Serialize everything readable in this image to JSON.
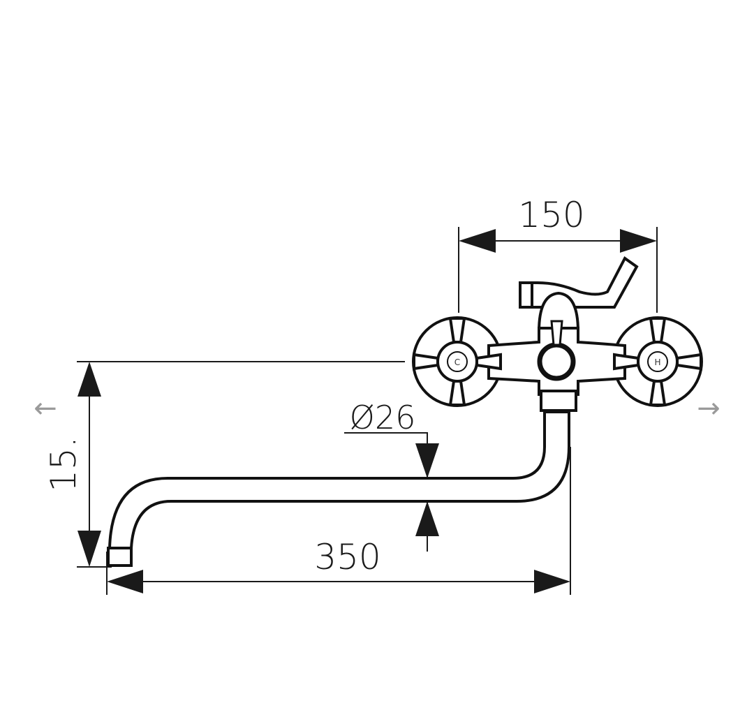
{
  "drawing": {
    "dimension_width_handles": "150",
    "dimension_diameter": "Ø26",
    "dimension_height": "15.",
    "dimension_spout_length": "350",
    "handle_cold_label": "C",
    "handle_hot_label": "H"
  },
  "navigation": {
    "prev_icon": "←",
    "next_icon": "→"
  }
}
